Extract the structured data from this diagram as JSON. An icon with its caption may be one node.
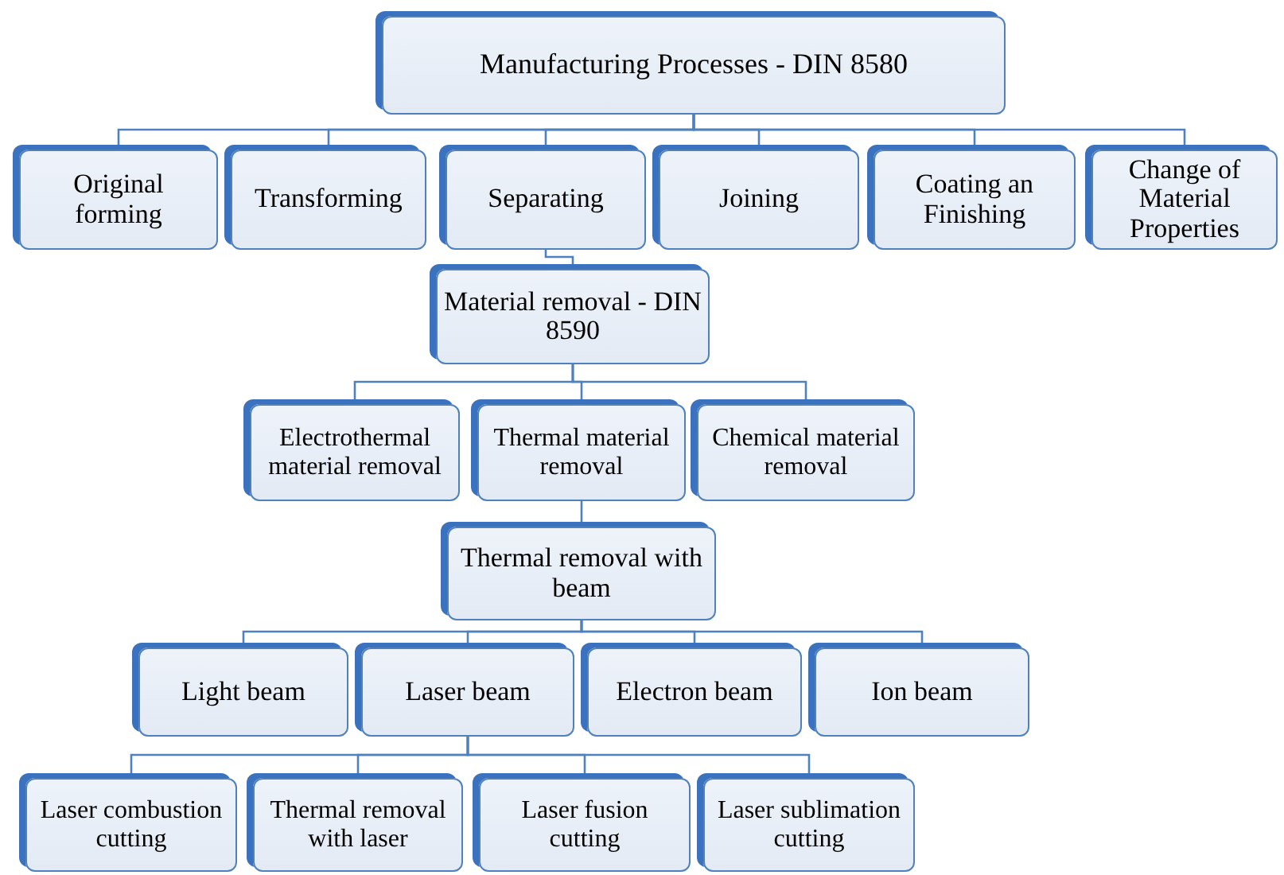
{
  "diagram": {
    "nodes": [
      {
        "text": [
          "Manufacturing Processes - DIN 8580"
        ]
      },
      {
        "text": [
          "Original forming"
        ]
      },
      {
        "text": [
          "Transforming"
        ]
      },
      {
        "text": [
          "Separating"
        ]
      },
      {
        "text": [
          "Joining"
        ]
      },
      {
        "text": [
          "Coating an Finishing"
        ]
      },
      {
        "text": [
          "Change of Material Properties"
        ]
      },
      {
        "text": [
          "Material removal - DIN 8590"
        ]
      },
      {
        "text": [
          "Electrothermal material removal"
        ]
      },
      {
        "text": [
          "Thermal material removal"
        ]
      },
      {
        "text": [
          "Chemical material removal"
        ]
      },
      {
        "text": [
          "Thermal removal with beam"
        ]
      },
      {
        "text": [
          "Light beam"
        ]
      },
      {
        "text": [
          "Laser beam"
        ]
      },
      {
        "text": [
          "Electron beam"
        ]
      },
      {
        "text": [
          "Ion beam"
        ]
      },
      {
        "text": [
          "Laser combustion cutting"
        ]
      },
      {
        "text": [
          "Thermal removal with laser"
        ]
      },
      {
        "text": [
          "Laser fusion cutting"
        ]
      },
      {
        "text": [
          "Laser sublimation cutting"
        ]
      }
    ],
    "edges": [
      {
        "from": 0,
        "to": 1,
        "arrow": "none"
      },
      {
        "from": 0,
        "to": 2,
        "arrow": "none"
      },
      {
        "from": 0,
        "to": 3,
        "arrow": "none"
      },
      {
        "from": 0,
        "to": 4,
        "arrow": "none"
      },
      {
        "from": 0,
        "to": 5,
        "arrow": "none"
      },
      {
        "from": 0,
        "to": 6,
        "arrow": "none"
      },
      {
        "from": 3,
        "to": 7,
        "arrow": "none"
      },
      {
        "from": 7,
        "to": 8,
        "arrow": "none"
      },
      {
        "from": 7,
        "to": 9,
        "arrow": "none"
      },
      {
        "from": 7,
        "to": 10,
        "arrow": "none"
      },
      {
        "from": 9,
        "to": 11,
        "arrow": "none"
      },
      {
        "from": 11,
        "to": 12,
        "arrow": "none"
      },
      {
        "from": 11,
        "to": 13,
        "arrow": "none"
      },
      {
        "from": 11,
        "to": 14,
        "arrow": "none"
      },
      {
        "from": 11,
        "to": 15,
        "arrow": "none"
      },
      {
        "from": 13,
        "to": 16,
        "arrow": "none"
      },
      {
        "from": 13,
        "to": 17,
        "arrow": "none"
      },
      {
        "from": 13,
        "to": 18,
        "arrow": "none"
      },
      {
        "from": 13,
        "to": 19,
        "arrow": "none"
      }
    ]
  }
}
